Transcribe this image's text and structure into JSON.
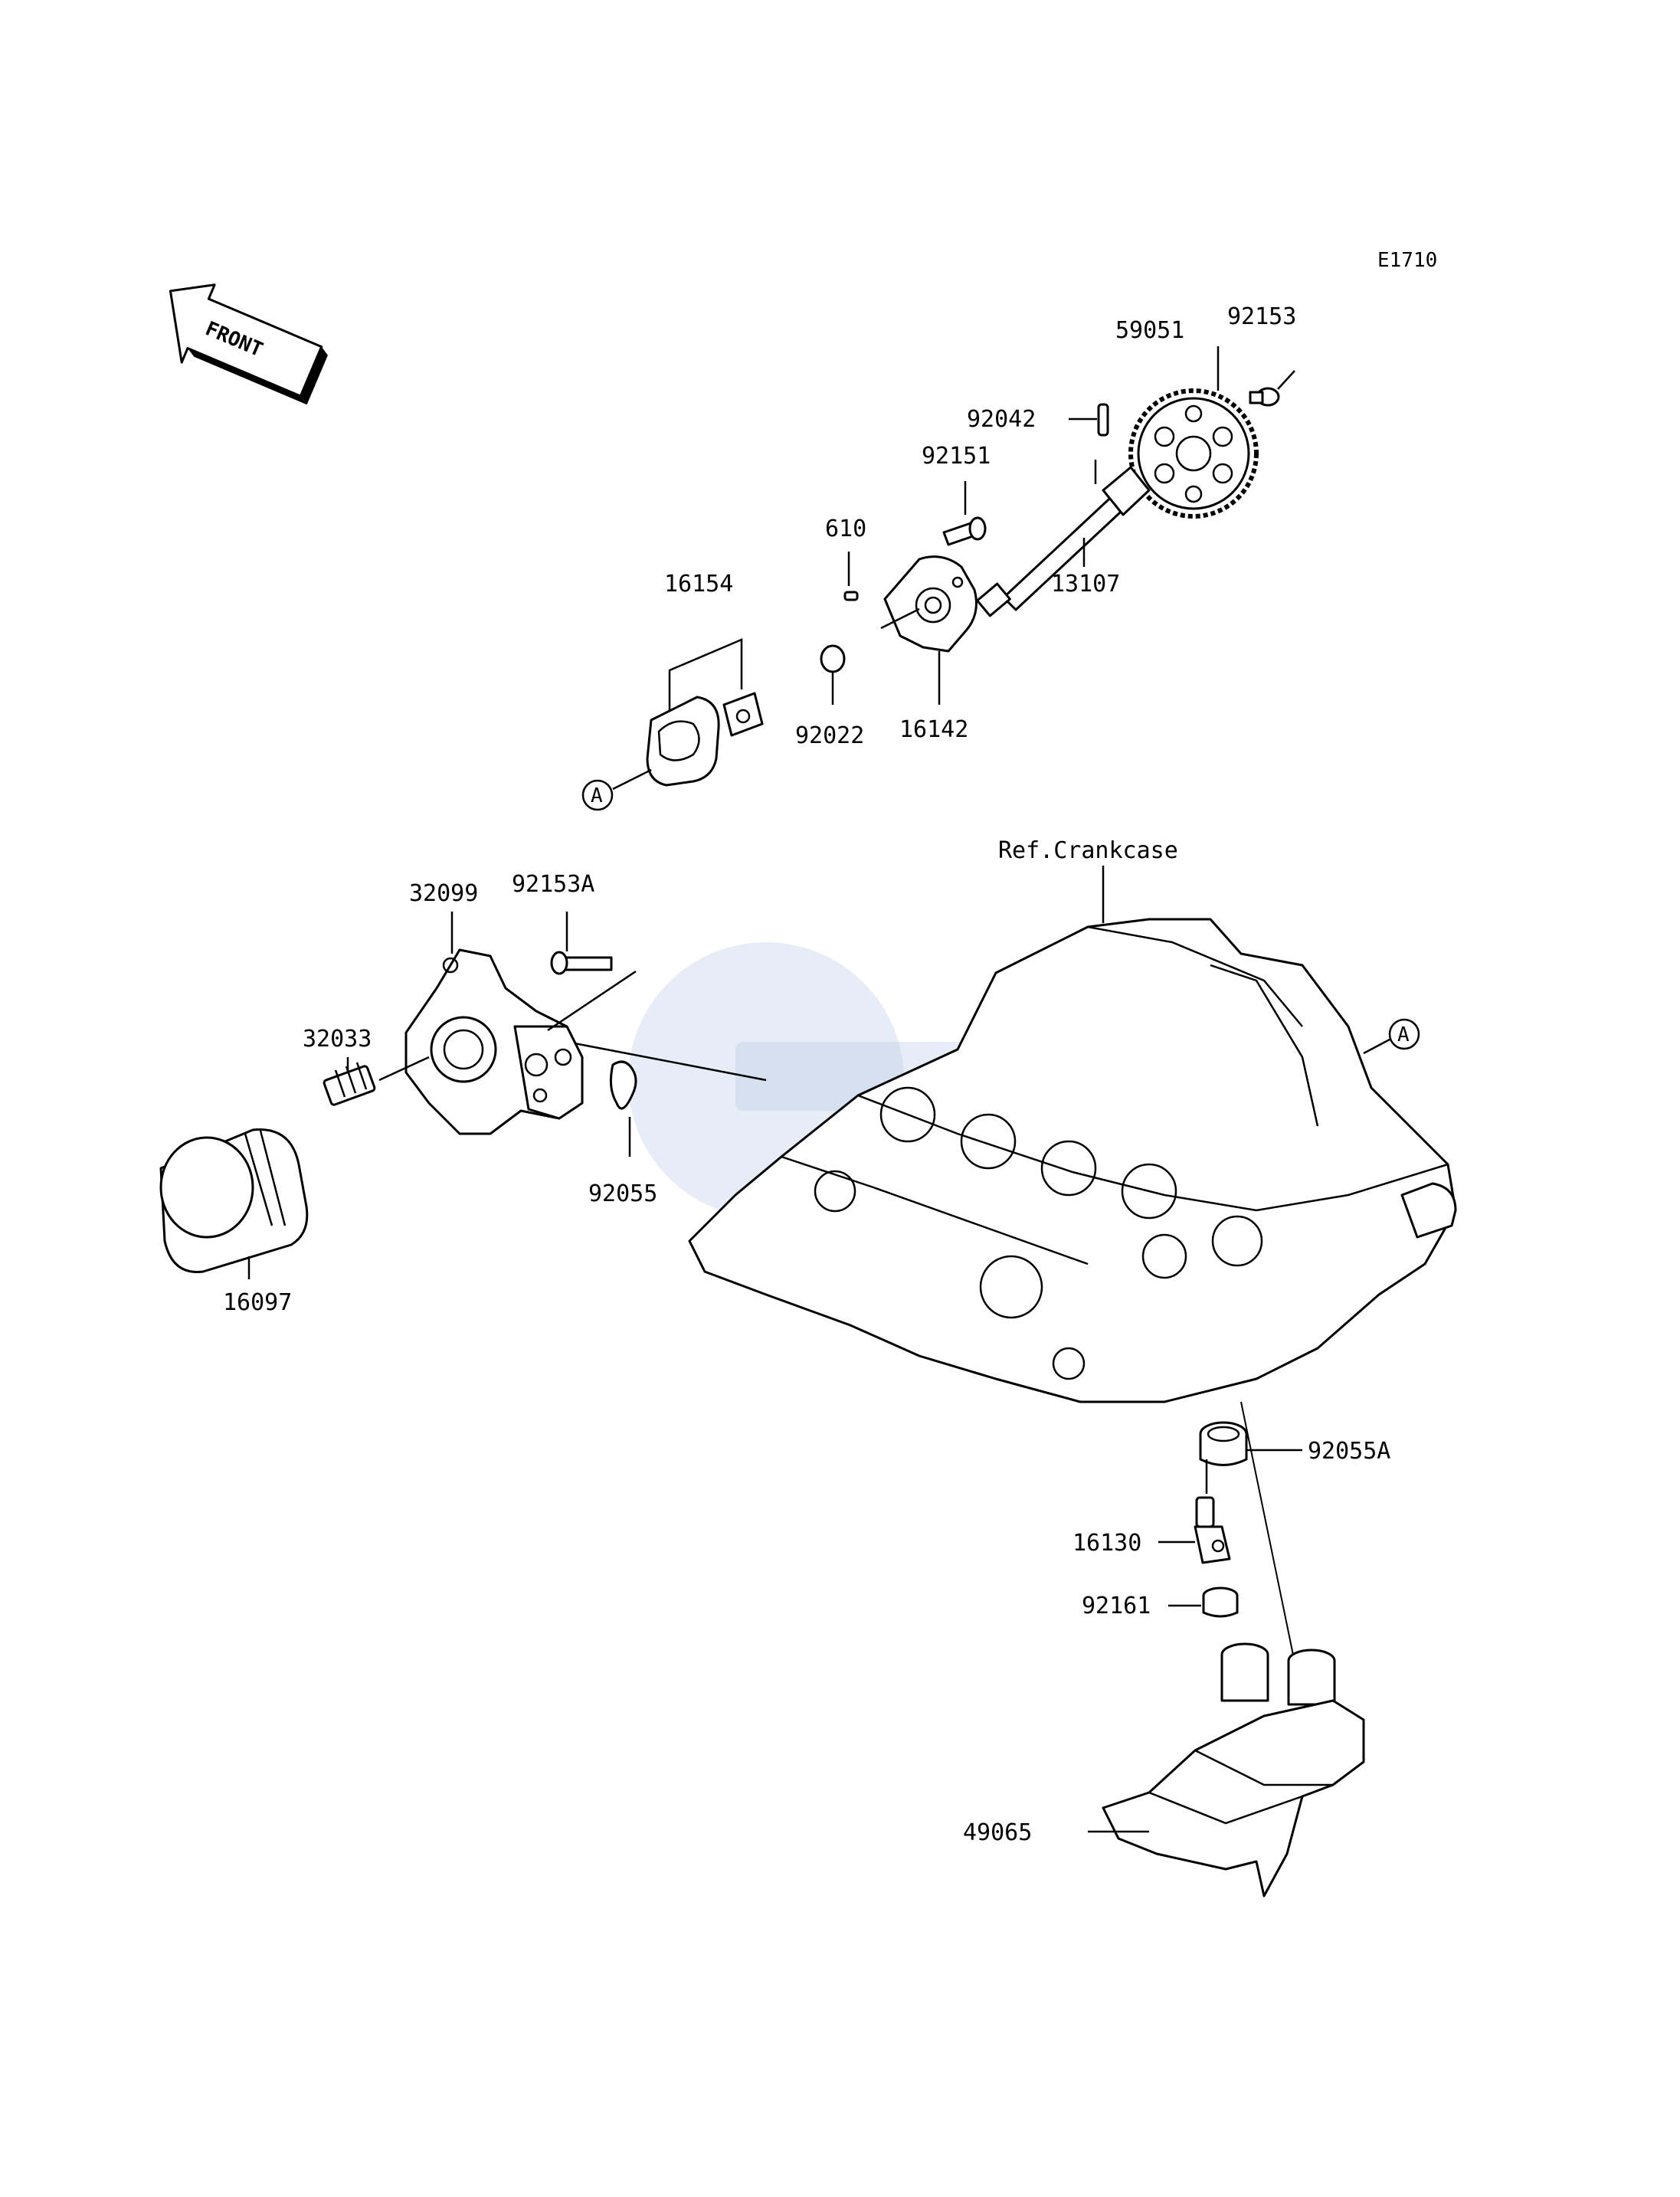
{
  "diagram_code": "E1710",
  "front_arrow_label": "FRONT",
  "reference_label": "Ref.Crankcase",
  "ref_marker": "A",
  "parts": [
    {
      "number": "92153"
    },
    {
      "number": "59051"
    },
    {
      "number": "92042"
    },
    {
      "number": "92151"
    },
    {
      "number": "610"
    },
    {
      "number": "13107"
    },
    {
      "number": "16154"
    },
    {
      "number": "92022"
    },
    {
      "number": "16142"
    },
    {
      "number": "32099"
    },
    {
      "number": "92153A"
    },
    {
      "number": "32033"
    },
    {
      "number": "92055"
    },
    {
      "number": "16097"
    },
    {
      "number": "92055A"
    },
    {
      "number": "16130"
    },
    {
      "number": "92161"
    },
    {
      "number": "49065"
    }
  ]
}
